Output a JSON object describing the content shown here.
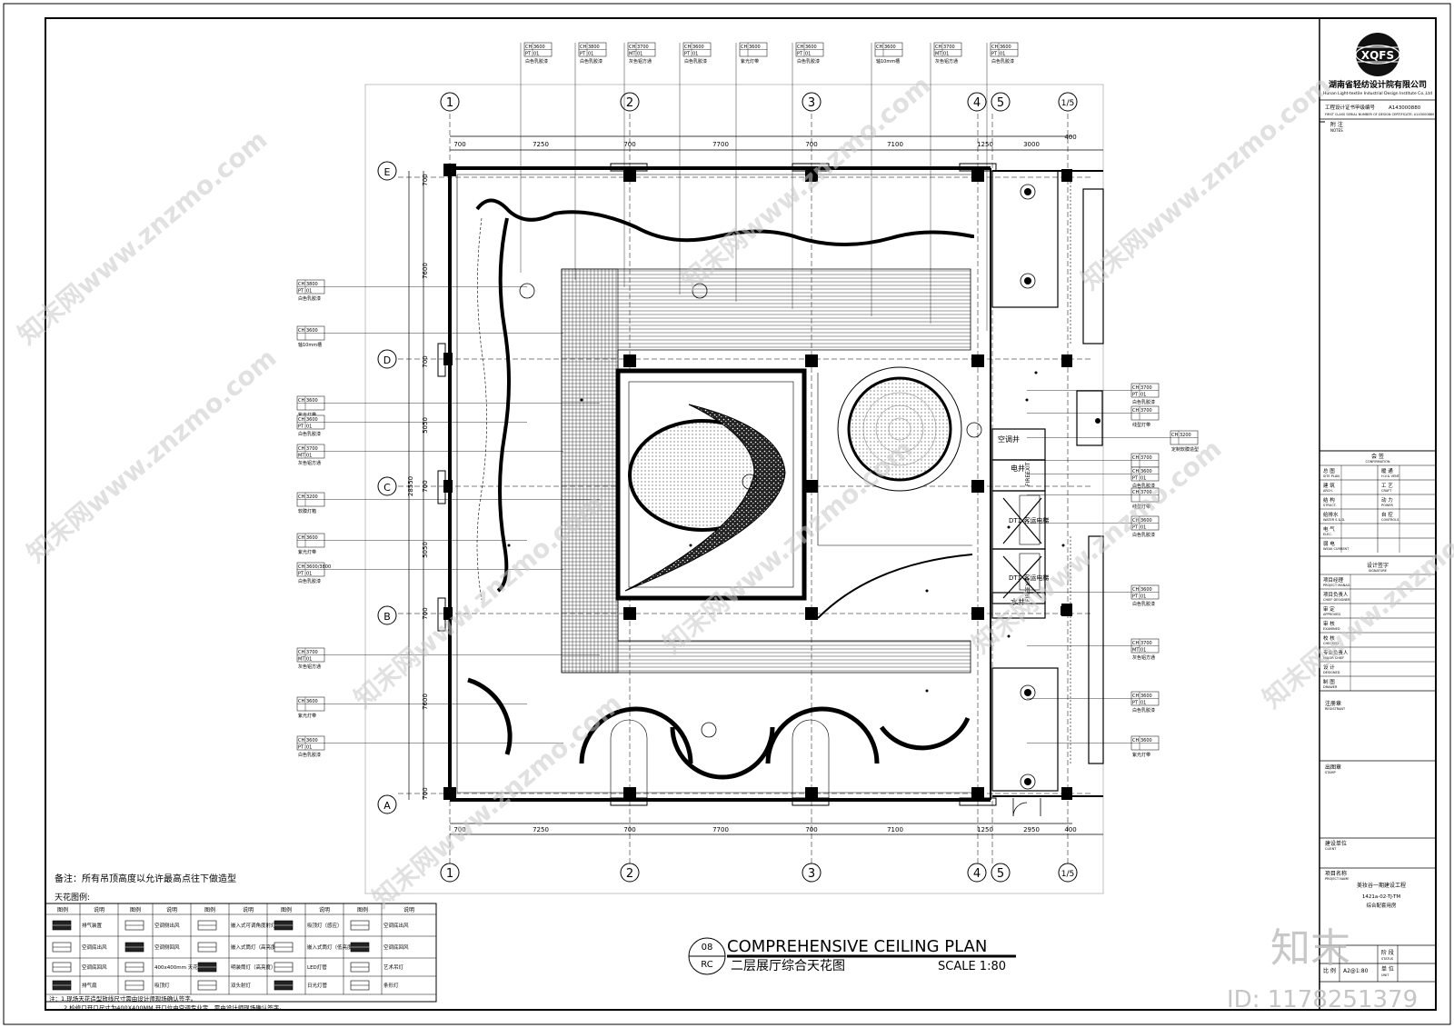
{
  "plan": {
    "number": "08",
    "code": "RC",
    "title_en": "COMPREHENSIVE CEILING PLAN",
    "title_cn": "二层展厅综合天花图",
    "scale": "SCALE 1:80"
  },
  "grid": {
    "columns": [
      "1",
      "2",
      "3",
      "4",
      "5",
      "1/5"
    ],
    "rows": [
      "E",
      "D",
      "C",
      "B",
      "A"
    ],
    "top_dims": [
      "700",
      "7250",
      "700",
      "7700",
      "700",
      "7100",
      "1250",
      "3000",
      "400"
    ],
    "bottom_dims": [
      "700",
      "7250",
      "700",
      "7700",
      "700",
      "7100",
      "1250",
      "2950",
      "400"
    ],
    "left_dims": [
      "700",
      "7600",
      "700",
      "5050",
      "700",
      "5050",
      "700",
      "7600",
      "700"
    ],
    "left_total": "28550"
  },
  "rooms": {
    "shaft_ac": "空调井",
    "shaft_elec": "电井",
    "shaft_water": "水井",
    "fire_exit": "FIREEXIT",
    "elevator": "DT1\n客运电梯"
  },
  "tags": {
    "top": [
      {
        "r1": "CH 3600",
        "r2": "PT 01",
        "desc": "白色乳胶漆"
      },
      {
        "r1": "CH 3800",
        "r2": "PT 01",
        "desc": "白色乳胶漆"
      },
      {
        "r1": "CH 3700",
        "r2": "MT 01",
        "desc": "灰色铝方通"
      },
      {
        "r1": "CH 3600",
        "r2": "PT 01",
        "desc": "白色乳胶漆"
      },
      {
        "r1": "CH 3600",
        "r2": "",
        "desc": "紫光灯带"
      },
      {
        "r1": "CH 3600",
        "r2": "PT 01",
        "desc": "白色乳胶漆"
      },
      {
        "r1": "CH 3600",
        "r2": "",
        "desc": "轴10mm槽"
      },
      {
        "r1": "CH 3700",
        "r2": "MT 01",
        "desc": "灰色铝方通"
      },
      {
        "r1": "CH 3600",
        "r2": "PT 01",
        "desc": "白色乳胶漆"
      }
    ],
    "left": [
      {
        "r1": "CH 3800",
        "r2": "PT 01",
        "desc": "白色乳胶漆"
      },
      {
        "r1": "CH 3600",
        "r2": "",
        "desc": "轴10mm槽"
      },
      {
        "r1": "CH 3600",
        "r2": "",
        "desc": "紫光灯带"
      },
      {
        "r1": "CH 3600",
        "r2": "PT 01",
        "desc": "白色乳胶漆"
      },
      {
        "r1": "CH 3700",
        "r2": "MT 01",
        "desc": "灰色铝方通"
      },
      {
        "r1": "CH 3200",
        "r2": "",
        "desc": "软膜灯箱"
      },
      {
        "r1": "CH 3600",
        "r2": "",
        "desc": "紫光灯带"
      },
      {
        "r1": "CH 3600/3800",
        "r2": "PT 01",
        "desc": "白色乳胶漆"
      },
      {
        "r1": "CH 3700",
        "r2": "MT 01",
        "desc": "灰色铝方通"
      },
      {
        "r1": "CH 3600",
        "r2": "",
        "desc": "紫光灯带"
      },
      {
        "r1": "CH 3600",
        "r2": "PT 01",
        "desc": "白色乳胶漆"
      }
    ],
    "right": [
      {
        "r1": "CH 3700",
        "r2": "PT 01",
        "desc": "白色乳胶漆"
      },
      {
        "r1": "CH 3700",
        "r2": "",
        "desc": "线型灯带"
      },
      {
        "r1": "CH 3200",
        "r2": "",
        "desc": "定制软膜造型"
      },
      {
        "r1": "CH 3700",
        "r2": "",
        "desc": "线型灯带"
      },
      {
        "r1": "CH 3600",
        "r2": "PT 01",
        "desc": "白色乳胶漆"
      },
      {
        "r1": "CH 3700",
        "r2": "",
        "desc": "线型灯带"
      },
      {
        "r1": "CH 3600",
        "r2": "PT 01",
        "desc": "白色乳胶漆"
      },
      {
        "r1": "CH 3600",
        "r2": "PT 01",
        "desc": "白色乳胶漆"
      },
      {
        "r1": "CH 3700",
        "r2": "MT 01",
        "desc": "灰色铝方通"
      },
      {
        "r1": "CH 3600",
        "r2": "PT 01",
        "desc": "白色乳胶漆"
      },
      {
        "r1": "CH 3600",
        "r2": "",
        "desc": "紫光灯带"
      }
    ]
  },
  "remark": "备注：所有吊顶高度以允许最高点往下做造型",
  "legend": {
    "title": "天花图例:",
    "headers": [
      "图例",
      "说明",
      "图例",
      "说明",
      "图例",
      "说明",
      "图例",
      "说明",
      "图例",
      "说明"
    ],
    "items": [
      "排气装置",
      "空调侧出风",
      "嵌入式可调角度射灯",
      "吸顶灯（感应）",
      "空调底出风",
      "空调底出风",
      "空调侧回风",
      "嵌入式筒灯（高亮度）",
      "嵌入式筒灯（低亮度）",
      "空调底回风",
      "空调底回风",
      "400x400mm 天花检修口",
      "明装筒灯（高亮度）",
      "LED灯管",
      "艺术吊灯",
      "排气扇",
      "吸顶灯",
      "双头射灯",
      "日光灯管",
      "条形灯"
    ],
    "notes": [
      "注：1.现场天花造型放线尺寸需由设计师现场确认签字。",
      "2.检修口开口尺寸为400X400MM 开口位由空调专业定，需由设计师现场确认签字。"
    ]
  },
  "titleblock": {
    "logo": "XQFS",
    "company_cn": "湖南省轻纺设计院有限公司",
    "company_en": "Hunan Light-textile Industrial Design Institute Co.,Ltd",
    "cert_label": "工程设计证书甲级编号",
    "cert_no": "A143000880",
    "cert_en": "FIRST CLASS SERIAL NUMBER OF DESIGN CERTIFICATE: A143000880",
    "notes_cn": "附 注",
    "notes_en": "NOTES",
    "confirm_cn": "会 签",
    "confirm_en": "CONFIRMATION",
    "disciplines": [
      {
        "a": "总 图",
        "ae": "SITE PLAN",
        "b": "暖 通",
        "be": "H.V.& VENT."
      },
      {
        "a": "建 筑",
        "ae": "ARCH.",
        "b": "工 艺",
        "be": "CRAFT"
      },
      {
        "a": "结 构",
        "ae": "STRUCT.",
        "b": "动 力",
        "be": "POWER"
      },
      {
        "a": "给排水",
        "ae": "WATER S & D.",
        "b": "自 控",
        "be": "CONTROLS"
      },
      {
        "a": "电 气",
        "ae": "ELEC.",
        "b": "",
        "be": ""
      },
      {
        "a": "弱 电",
        "ae": "WEAK CURRENT",
        "b": "",
        "be": ""
      }
    ],
    "signature_cn": "设计签字",
    "signature_en": "SIGNATURE",
    "roles": [
      {
        "cn": "项目经理",
        "en": "PROJECT MANAG."
      },
      {
        "cn": "项目负责人",
        "en": "CHIEF DESIGNER"
      },
      {
        "cn": "审 定",
        "en": "APPROVED"
      },
      {
        "cn": "审 核",
        "en": "EXAMINED"
      },
      {
        "cn": "校 核",
        "en": "CHECKED"
      },
      {
        "cn": "专业负责人",
        "en": "MAJOR CHIEF"
      },
      {
        "cn": "设 计",
        "en": "DESIGNED"
      },
      {
        "cn": "制 图",
        "en": "DRAWER"
      }
    ],
    "registrant_cn": "注册章",
    "registrant_en": "REGISTRANT",
    "stamp_cn": "出图章",
    "stamp_en": "STAMP",
    "client_cn": "建设单位",
    "client_en": "CLIENT",
    "project_cn": "项目名称",
    "project_en": "PROJECT NAME",
    "project_name": "美妆谷一期建设工程",
    "project_code": "1421a-02-TJ-TM",
    "drawing_name": "综合配套用房",
    "stage_cn": "阶 段",
    "stage_en": "STATUS",
    "scale_cn": "比 例",
    "scale_val": "A2@1:80",
    "unit_cn": "单 位",
    "unit_en": "UNIT"
  },
  "watermark": {
    "text": "知末网www.znzmo.com",
    "brand": "知末",
    "id": "ID: 1178251379"
  }
}
